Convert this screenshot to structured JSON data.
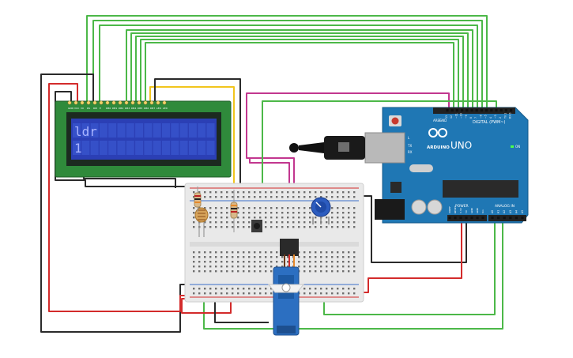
{
  "lcd": {
    "line1": "ldr",
    "line2": "1",
    "pin_labels": [
      "GND",
      "VCC",
      "V0",
      "RS",
      "RW",
      "E",
      "DB0",
      "DB1",
      "DB2",
      "DB3",
      "DB4",
      "DB5",
      "DB6",
      "DB7",
      "LED",
      "LED"
    ]
  },
  "arduino": {
    "model": "UNO",
    "brand": "ARDUINO",
    "aref_label": "AREF",
    "gnd_label": "GND",
    "digital_label": "DIGITAL (PWM~)",
    "power_label": "POWER",
    "analog_label": "ANALOG IN",
    "on_label": "ON",
    "l_label": "L",
    "tx_label": "TX",
    "rx_label": "RX",
    "power_pins": [
      "IOREF",
      "RESET",
      "3.3V",
      "5V",
      "GND",
      "GND",
      "Vin"
    ],
    "analog_pins": [
      "A0",
      "A1",
      "A2",
      "A3",
      "A4",
      "A5"
    ],
    "digital_pins": [
      "13",
      "12",
      "~11",
      "~10",
      "~9",
      "8",
      "7",
      "~6",
      "~5",
      "4",
      "~3",
      "2",
      "TX 1",
      "RX 0"
    ]
  },
  "colors": {
    "wire_green": "#4cb848",
    "wire_red": "#d32b2b",
    "wire_black": "#2a2a2a",
    "wire_magenta": "#c2378f",
    "wire_yellow": "#f2c51d",
    "wire_orange": "#e6892b",
    "lcd_pcb": "#2f8a3b",
    "lcd_screen": "#2b3fb5",
    "lcd_text": "#a9b4ff",
    "arduino_board": "#1f77b4",
    "breadboard": "#e9e9e9",
    "servo_body": "#2c6fc1"
  },
  "components": {
    "ldr": "photoresistor",
    "resistors": 2,
    "pushbutton": "pushbutton",
    "potentiometer": "potentiometer",
    "servo": "micro servo"
  }
}
